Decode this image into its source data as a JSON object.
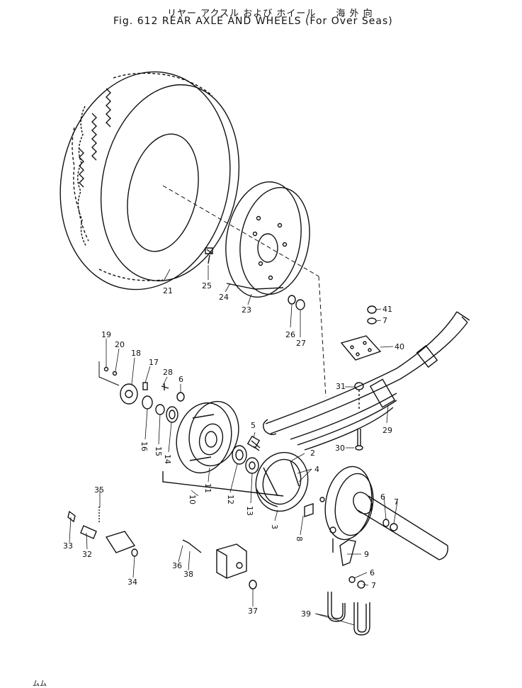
{
  "title": {
    "japanese": "リヤー アクスル および ホイール　　海 外 向",
    "english": "Fig. 612  REAR AXLE AND WHEELS  (For Over Seas)"
  },
  "parts": [
    {
      "id": "p21",
      "number": "21"
    },
    {
      "id": "p25",
      "number": "25"
    },
    {
      "id": "p24",
      "number": "24"
    },
    {
      "id": "p23",
      "number": "23"
    },
    {
      "id": "p26",
      "number": "26"
    },
    {
      "id": "p27",
      "number": "27"
    },
    {
      "id": "p41",
      "number": "41"
    },
    {
      "id": "p7a",
      "number": "7"
    },
    {
      "id": "p40",
      "number": "40"
    },
    {
      "id": "p19",
      "number": "19"
    },
    {
      "id": "p20",
      "number": "20"
    },
    {
      "id": "p18",
      "number": "18"
    },
    {
      "id": "p17",
      "number": "17"
    },
    {
      "id": "p28",
      "number": "28"
    },
    {
      "id": "p6a",
      "number": "6"
    },
    {
      "id": "p31",
      "number": "31"
    },
    {
      "id": "p29",
      "number": "29"
    },
    {
      "id": "p30",
      "number": "30"
    },
    {
      "id": "p5",
      "number": "5"
    },
    {
      "id": "p2",
      "number": "2"
    },
    {
      "id": "p4",
      "number": "4"
    },
    {
      "id": "p16",
      "number": "16"
    },
    {
      "id": "p15",
      "number": "15"
    },
    {
      "id": "p14",
      "number": "14"
    },
    {
      "id": "p11",
      "number": "11"
    },
    {
      "id": "p12",
      "number": "12"
    },
    {
      "id": "p13",
      "number": "13"
    },
    {
      "id": "p10",
      "number": "10"
    },
    {
      "id": "p3",
      "number": "3"
    },
    {
      "id": "p8",
      "number": "8"
    },
    {
      "id": "p6b",
      "number": "6"
    },
    {
      "id": "p7b",
      "number": "7"
    },
    {
      "id": "p9",
      "number": "9"
    },
    {
      "id": "p6c",
      "number": "6"
    },
    {
      "id": "p7c",
      "number": "7"
    },
    {
      "id": "p35",
      "number": "35"
    },
    {
      "id": "p33",
      "number": "33"
    },
    {
      "id": "p32",
      "number": "32"
    },
    {
      "id": "p34",
      "number": "34"
    },
    {
      "id": "p36",
      "number": "36"
    },
    {
      "id": "p38",
      "number": "38"
    },
    {
      "id": "p37",
      "number": "37"
    },
    {
      "id": "p39",
      "number": "39"
    }
  ],
  "page_mark": "ムム"
}
